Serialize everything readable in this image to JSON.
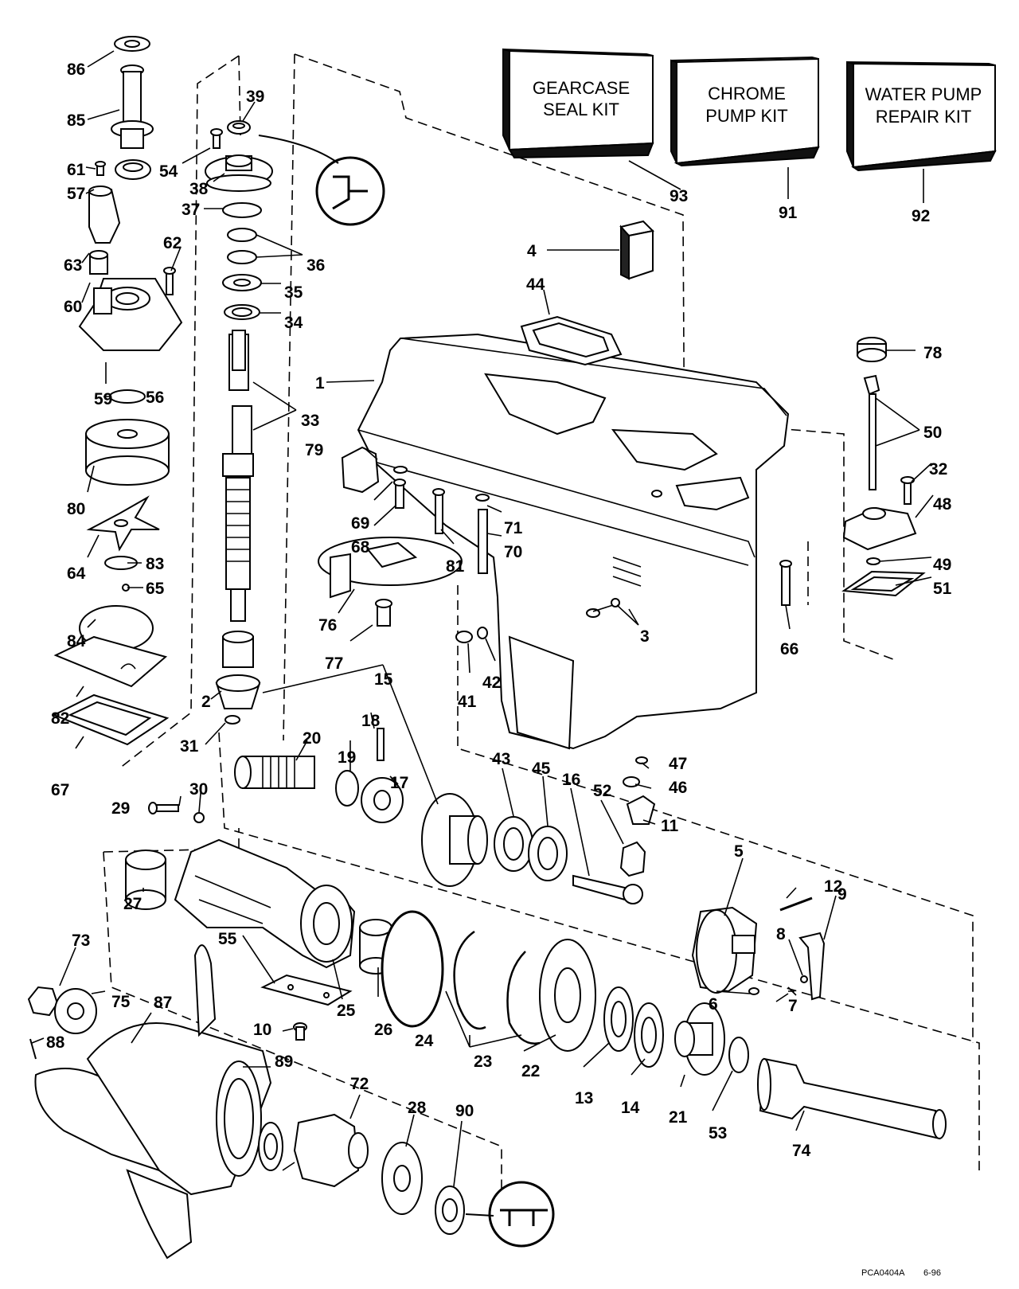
{
  "kits": [
    {
      "id": "kit-93",
      "lines": [
        "GEARCASE",
        "SEAL KIT"
      ],
      "ref": "93"
    },
    {
      "id": "kit-91",
      "lines": [
        "CHROME",
        "PUMP KIT"
      ],
      "ref": "91"
    },
    {
      "id": "kit-92",
      "lines": [
        "WATER PUMP",
        "REPAIR KIT"
      ],
      "ref": "92"
    }
  ],
  "part_numbers": [
    "86",
    "85",
    "61",
    "57",
    "63",
    "60",
    "59",
    "56",
    "80",
    "64",
    "83",
    "65",
    "84",
    "82",
    "67",
    "39",
    "54",
    "38",
    "37",
    "36",
    "35",
    "34",
    "33",
    "62",
    "79",
    "69",
    "68",
    "81",
    "71",
    "70",
    "76",
    "77",
    "1",
    "4",
    "44",
    "78",
    "50",
    "32",
    "48",
    "49",
    "51",
    "66",
    "3",
    "42",
    "41",
    "15",
    "18",
    "20",
    "19",
    "17",
    "2",
    "31",
    "29",
    "30",
    "43",
    "45",
    "16",
    "52",
    "11",
    "47",
    "46",
    "5",
    "12",
    "9",
    "8",
    "7",
    "6",
    "27",
    "55",
    "10",
    "25",
    "26",
    "24",
    "23",
    "22",
    "13",
    "14",
    "21",
    "53",
    "74",
    "73",
    "75",
    "88",
    "87",
    "89",
    "72",
    "28",
    "90"
  ],
  "drawing_code": "PCA0404A",
  "drawing_date": "6-96"
}
